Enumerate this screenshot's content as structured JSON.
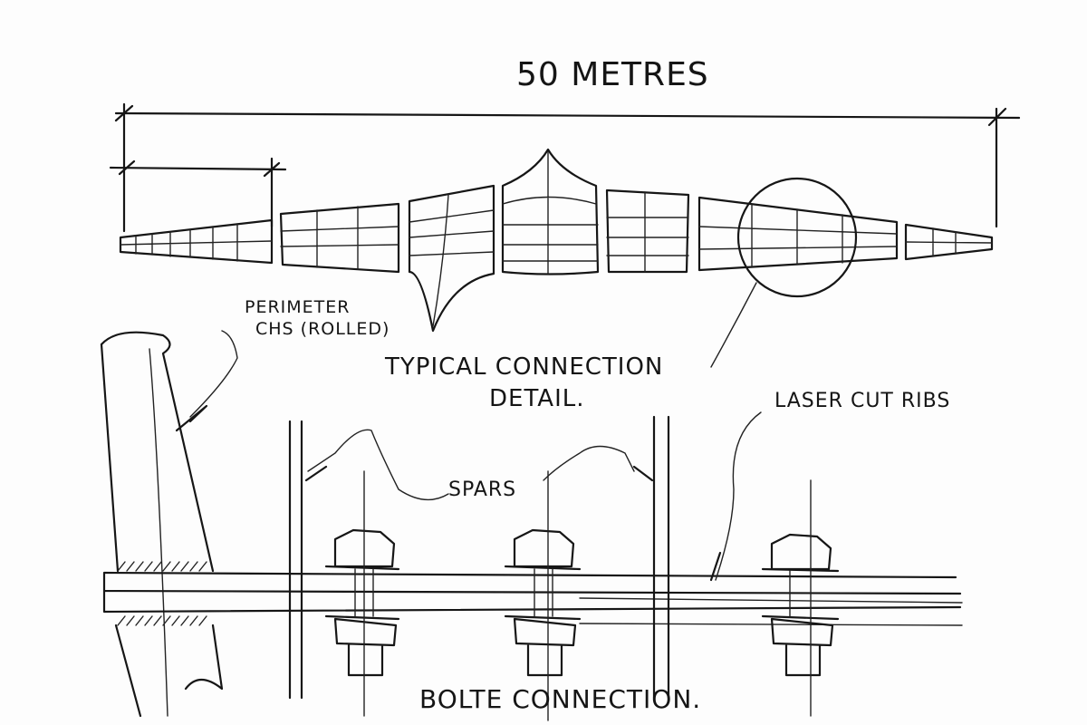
{
  "labels": {
    "span": "50 METRES",
    "perimeter_line1": "PERIMETER",
    "perimeter_line2": "CHS (ROLLED)",
    "typical_line1": "TYPICAL CONNECTION",
    "typical_line2": "DETAIL.",
    "laser": "LASER CUT RIBS",
    "spars": "SPARS",
    "bolted": "BOLTE CONNECTION."
  }
}
